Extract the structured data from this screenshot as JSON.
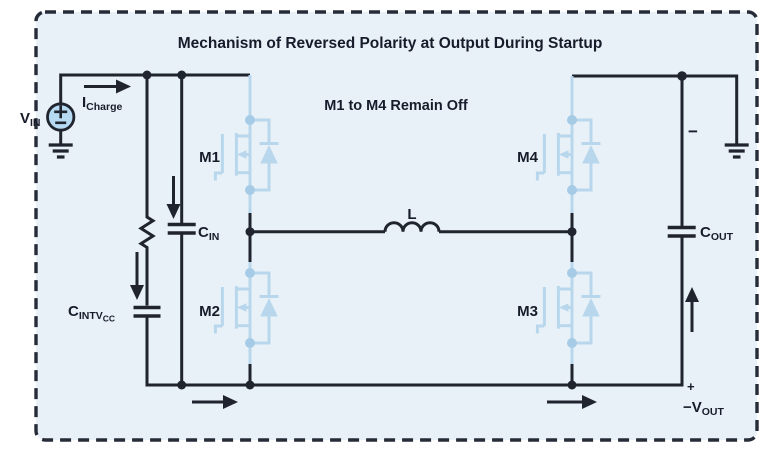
{
  "title": "Mechanism of Reversed Polarity at Output During Startup",
  "note": "M1 to M4 Remain Off",
  "source": {
    "name": "V",
    "sub": "IN",
    "plus": "+",
    "minus": "−"
  },
  "currents": {
    "icharge_name": "I",
    "icharge_sub": "Charge"
  },
  "transistors": {
    "m1": "M1",
    "m2": "M2",
    "m3": "M3",
    "m4": "M4"
  },
  "capacitors": {
    "cin": {
      "name": "C",
      "sub": "IN"
    },
    "cintvcc": {
      "name": "C",
      "sub": "INTV",
      "subsub": "CC"
    },
    "cout": {
      "name": "C",
      "sub": "OUT"
    }
  },
  "inductor": {
    "label": "L"
  },
  "output": {
    "top_polarity": "−",
    "bottom_polarity": "+",
    "vout_name": "−V",
    "vout_sub": "OUT"
  },
  "colors": {
    "panel_fill": "#e9f1f8",
    "border": "#262b38",
    "wire": "#20242e",
    "text": "#171c2b",
    "mosfet_blue": "#b9d7ec",
    "mosfet_dot_blue": "#a6cbe6",
    "source_fill": "#b5daf2"
  }
}
